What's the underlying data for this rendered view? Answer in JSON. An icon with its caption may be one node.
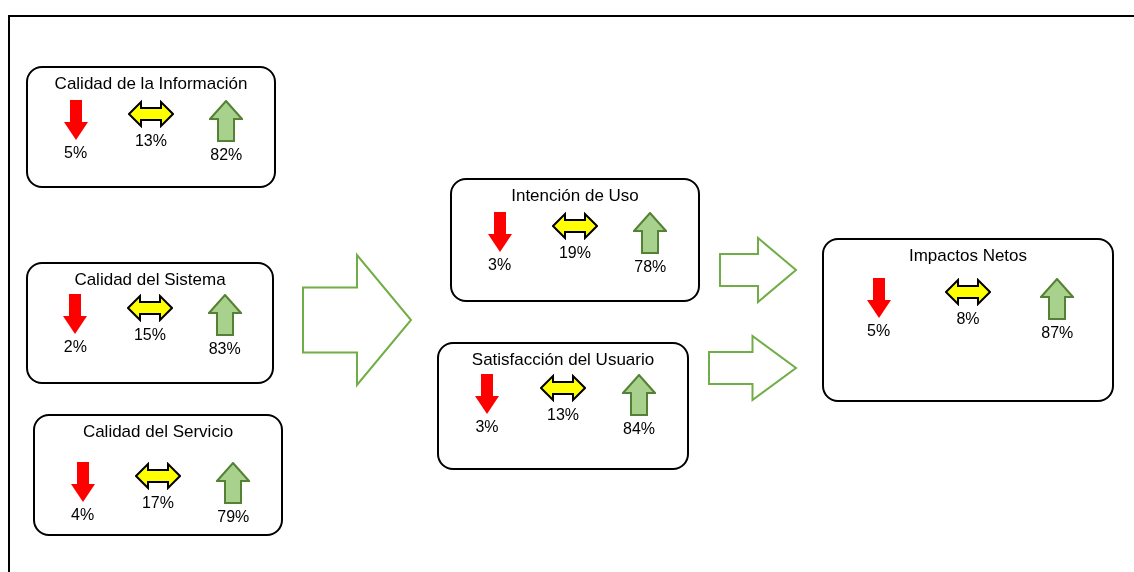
{
  "diagram": {
    "nodes": [
      {
        "text": [
          "Calidad de la Información",
          "5%",
          "13%",
          "82%"
        ]
      },
      {
        "text": [
          "Calidad del Sistema",
          "2%",
          "15%",
          "83%"
        ]
      },
      {
        "text": [
          "Calidad del Servicio",
          "4%",
          "17%",
          "79%"
        ]
      },
      {
        "text": [
          "Intención de Uso",
          "3%",
          "19%",
          "78%"
        ]
      },
      {
        "text": [
          "Satisfacción del Usuario",
          "3%",
          "13%",
          "84%"
        ]
      },
      {
        "text": [
          "Impactos Netos",
          "5%",
          "8%",
          "87%"
        ]
      }
    ],
    "edges": [
      {
        "from": 0,
        "to": 3,
        "arrow": "to"
      },
      {
        "from": 0,
        "to": 4,
        "arrow": "to"
      },
      {
        "from": 1,
        "to": 3,
        "arrow": "to"
      },
      {
        "from": 1,
        "to": 4,
        "arrow": "to"
      },
      {
        "from": 2,
        "to": 3,
        "arrow": "to"
      },
      {
        "from": 2,
        "to": 4,
        "arrow": "to"
      },
      {
        "from": 3,
        "to": 5,
        "arrow": "to"
      },
      {
        "from": 4,
        "to": 5,
        "arrow": "to"
      }
    ]
  }
}
